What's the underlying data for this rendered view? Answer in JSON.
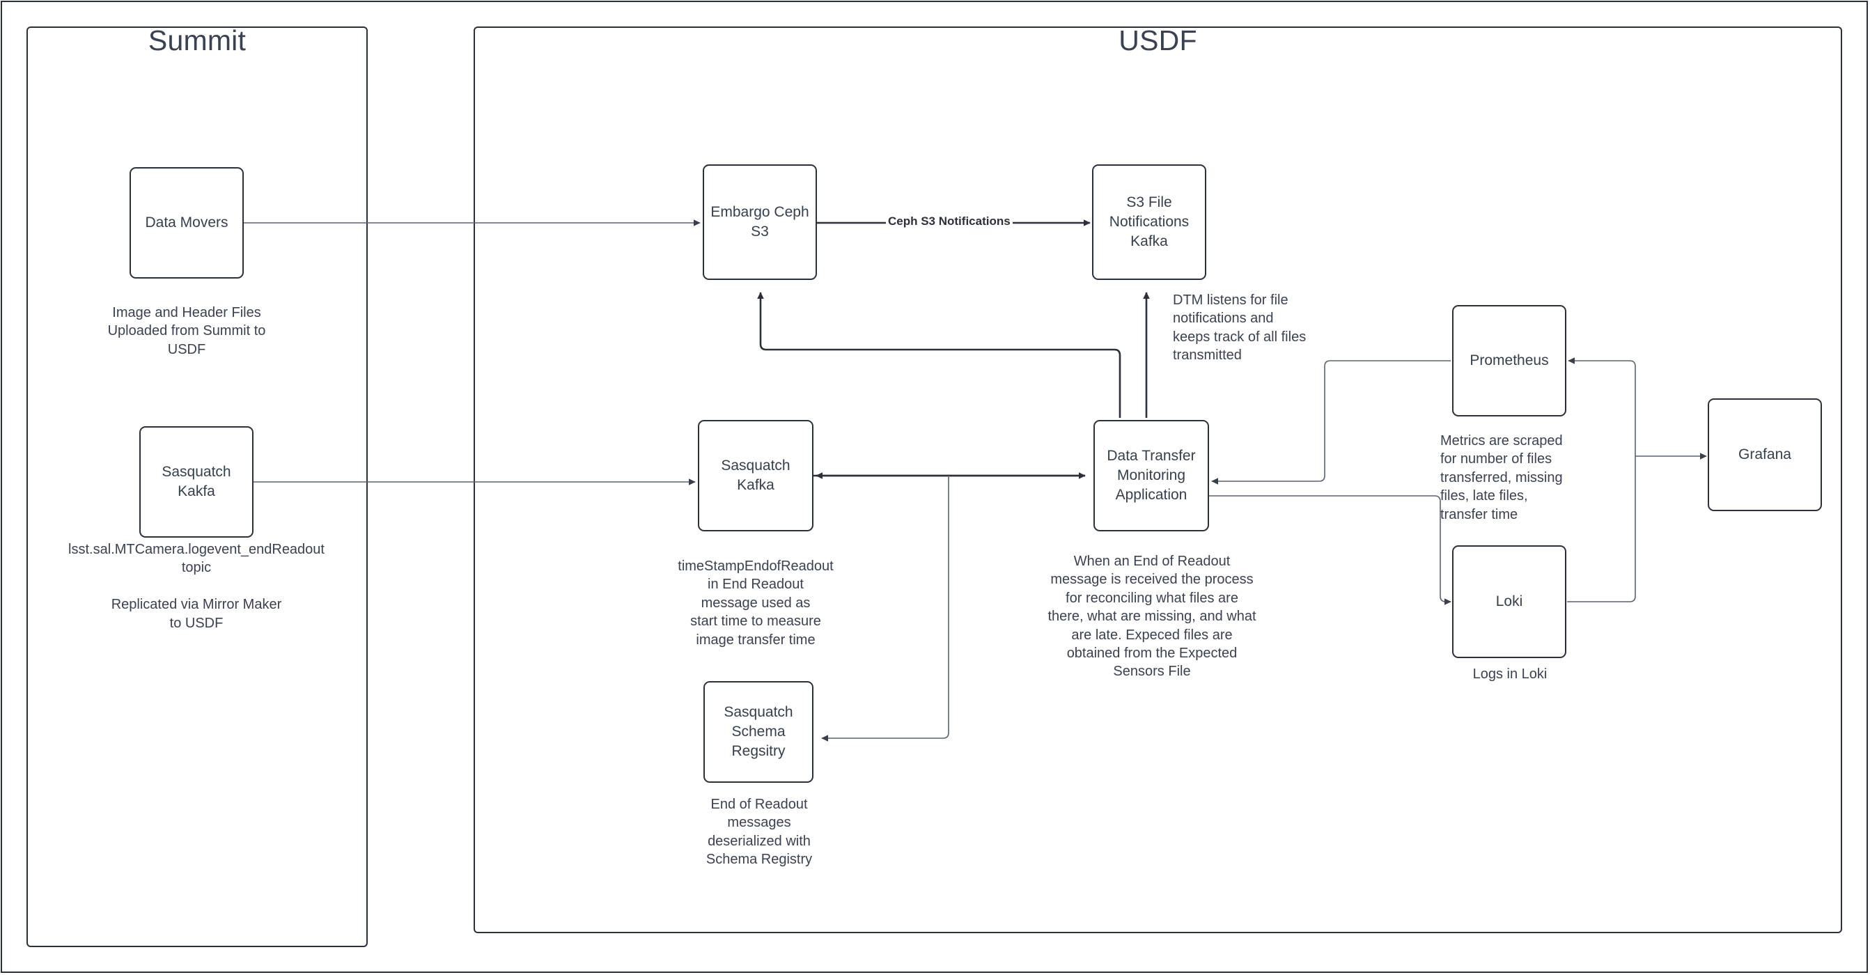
{
  "diagram": {
    "title_summit": "Summit",
    "title_usdf": "USDF"
  },
  "summit": {
    "nodes": [
      {
        "id": "data-movers",
        "label": "Data Movers"
      },
      {
        "id": "sasquatch-kafka-summit",
        "label": "Sasquatch\nKakfa"
      }
    ],
    "captions": [
      {
        "id": "data-movers-caption",
        "text": "Image and Header Files\nUploaded from Summit to\nUSDF"
      },
      {
        "id": "sasquatch-kafka-summit-caption",
        "text": "lsst.sal.MTCamera.logevent_endReadout\ntopic\n\nReplicated via Mirror Maker\nto USDF"
      }
    ]
  },
  "usdf": {
    "nodes": [
      {
        "id": "embargo-ceph-s3",
        "label": "Embargo Ceph\nS3"
      },
      {
        "id": "s3-file-notifications-kafka",
        "label": "S3 File\nNotifications\nKafka"
      },
      {
        "id": "sasquatch-kafka-usdf",
        "label": "Sasquatch\nKafka"
      },
      {
        "id": "data-transfer-monitoring-application",
        "label": "Data Transfer\nMonitoring\nApplication"
      },
      {
        "id": "sasquatch-schema-registry",
        "label": "Sasquatch\nSchema\nRegsitry"
      },
      {
        "id": "prometheus",
        "label": "Prometheus"
      },
      {
        "id": "loki",
        "label": "Loki"
      },
      {
        "id": "grafana",
        "label": "Grafana"
      }
    ],
    "captions": [
      {
        "id": "dtm-listens-caption",
        "text": "DTM listens for file\nnotifications and\nkeeps track of all files\ntransmitted"
      },
      {
        "id": "sasquatch-kafka-usdf-caption",
        "text": "timeStampEndofReadout\nin End Readout\nmessage used as\nstart time to measure\nimage transfer time"
      },
      {
        "id": "dtm-process-caption",
        "text": "When an End of Readout\nmessage is received the process\nfor reconciling what files are\nthere, what are missing, and what\nare late. Expeced files are\nobtained from the Expected\nSensors File"
      },
      {
        "id": "schema-registry-caption",
        "text": "End of Readout\nmessages\ndeserialized with\nSchema Registry"
      },
      {
        "id": "prometheus-caption",
        "text": "Metrics are scraped\nfor number of files\ntransferred, missing\nfiles, late files,\ntransfer time"
      },
      {
        "id": "loki-caption",
        "text": "Logs in Loki"
      }
    ],
    "edge_labels": [
      {
        "id": "ceph-s3-notifications",
        "text": "Ceph S3 Notifications"
      }
    ]
  },
  "colors": {
    "stroke_dark": "#2b303a",
    "stroke_light": "#5a6170",
    "text": "#3a4150",
    "background": "#ffffff"
  }
}
